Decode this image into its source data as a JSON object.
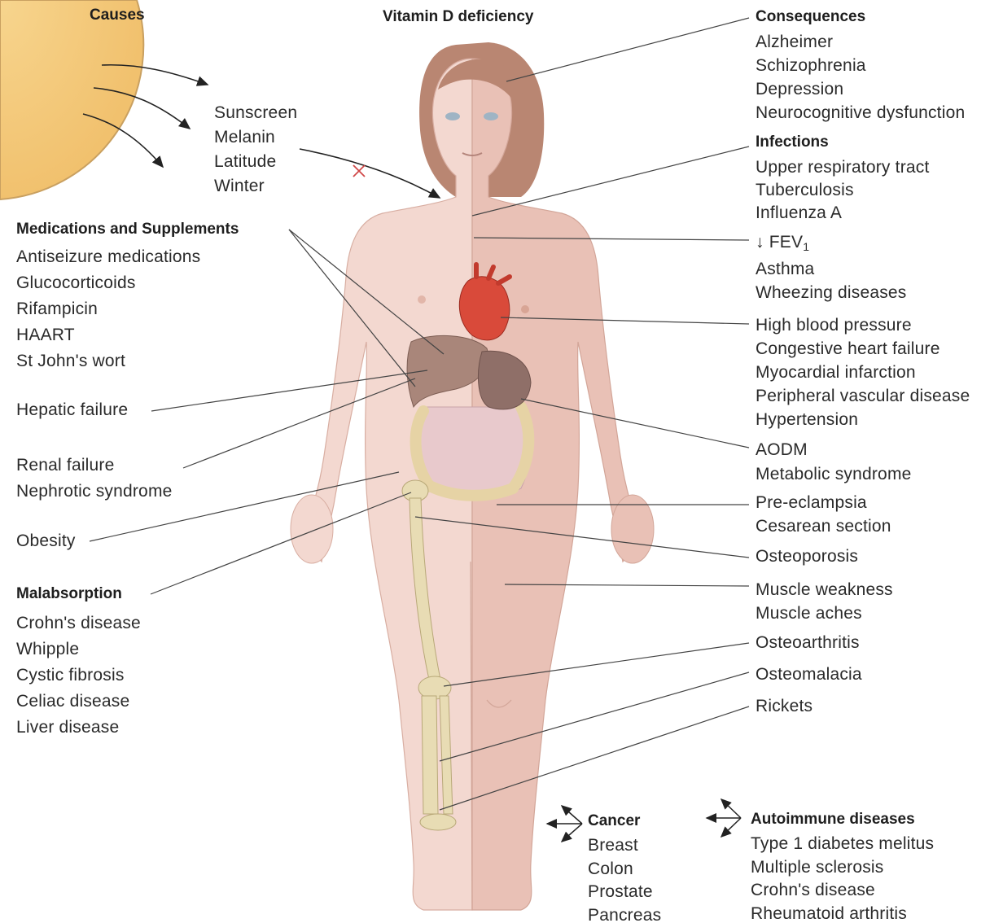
{
  "title": "Vitamin D deficiency",
  "causes": {
    "heading": "Causes",
    "sun_factors": [
      "Sunscreen",
      "Melanin",
      "Latitude",
      "Winter"
    ],
    "medications": {
      "heading": "Medications and Supplements",
      "items": [
        "Antiseizure medications",
        "Glucocorticoids",
        "Rifampicin",
        "HAART",
        "St John's wort"
      ]
    },
    "hepatic": "Hepatic failure",
    "renal": [
      "Renal failure",
      "Nephrotic syndrome"
    ],
    "obesity": "Obesity",
    "malabsorption": {
      "heading": "Malabsorption",
      "items": [
        "Crohn's disease",
        "Whipple",
        "Cystic fibrosis",
        "Celiac disease",
        "Liver disease"
      ]
    }
  },
  "consequences": {
    "heading": "Consequences",
    "neuro": [
      "Alzheimer",
      "Schizophrenia",
      "Depression",
      "Neurocognitive dysfunction"
    ],
    "infections": {
      "heading": "Infections",
      "items": [
        "Upper respiratory tract",
        "Tuberculosis",
        "Influenza A"
      ]
    },
    "lung": {
      "fev_arrow": "↓",
      "fev_main": "FEV",
      "fev_sub": "1",
      "items": [
        "Asthma",
        "Wheezing diseases"
      ]
    },
    "cardio": [
      "High blood pressure",
      "Congestive heart failure",
      "Myocardial infarction",
      "Peripheral vascular disease",
      "Hypertension"
    ],
    "metabolic": [
      "AODM",
      "Metabolic syndrome"
    ],
    "pregnancy": [
      "Pre-eclampsia",
      "Cesarean section"
    ],
    "osteoporosis": "Osteoporosis",
    "muscle": [
      "Muscle weakness",
      "Muscle aches"
    ],
    "osteoarthritis": "Osteoarthritis",
    "osteomalacia": "Osteomalacia",
    "rickets": "Rickets",
    "cancer": {
      "heading": "Cancer",
      "items": [
        "Breast",
        "Colon",
        "Prostate",
        "Pancreas"
      ]
    },
    "autoimmune": {
      "heading": "Autoimmune diseases",
      "items": [
        "Type 1 diabetes melitus",
        "Multiple sclerosis",
        "Crohn's disease",
        "Rheumatoid arthritis"
      ]
    }
  },
  "colors": {
    "sun": "#f2c77a",
    "skin_light": "#f3d8d0",
    "skin_dark": "#e9c1b6",
    "hair": "#b98672",
    "heart": "#d94a3a",
    "liver": "#a9867a",
    "bone": "#e8dcb4",
    "line": "#444444"
  }
}
